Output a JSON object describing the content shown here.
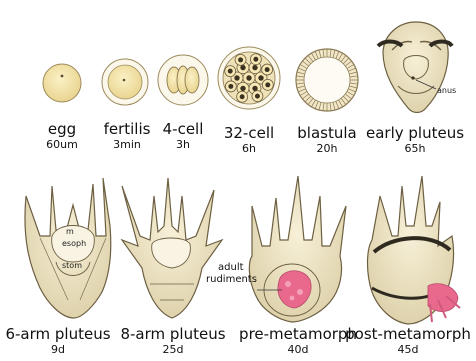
{
  "stages": [
    {
      "name": "egg",
      "time": "60um"
    },
    {
      "name": "fertilis",
      "time": "3min"
    },
    {
      "name": "4-cell",
      "time": "3h"
    },
    {
      "name": "32-cell",
      "time": "6h"
    },
    {
      "name": "blastula",
      "time": "20h"
    },
    {
      "name": "early pluteus",
      "time": "65h"
    },
    {
      "name": "6-arm pluteus",
      "time": "9d"
    },
    {
      "name": "8-arm pluteus",
      "time": "25d"
    },
    {
      "name": "pre-metamorph",
      "time": "40d"
    },
    {
      "name": "post-metamorph",
      "time": "45d"
    }
  ],
  "annotations": {
    "anus": "anus",
    "m": "m",
    "esoph": "esoph",
    "stom": "stom",
    "adult_line1": "adult",
    "adult_line2": "rudiments"
  },
  "colors": {
    "cell_fill": "#f4e3a4",
    "cell_stroke": "#8a7a55",
    "larva_fill": "#efe6c8",
    "larva_stroke": "#7a6c4e",
    "rudiment_pink": "#e8698c",
    "dark_cell": "#3b3222"
  }
}
